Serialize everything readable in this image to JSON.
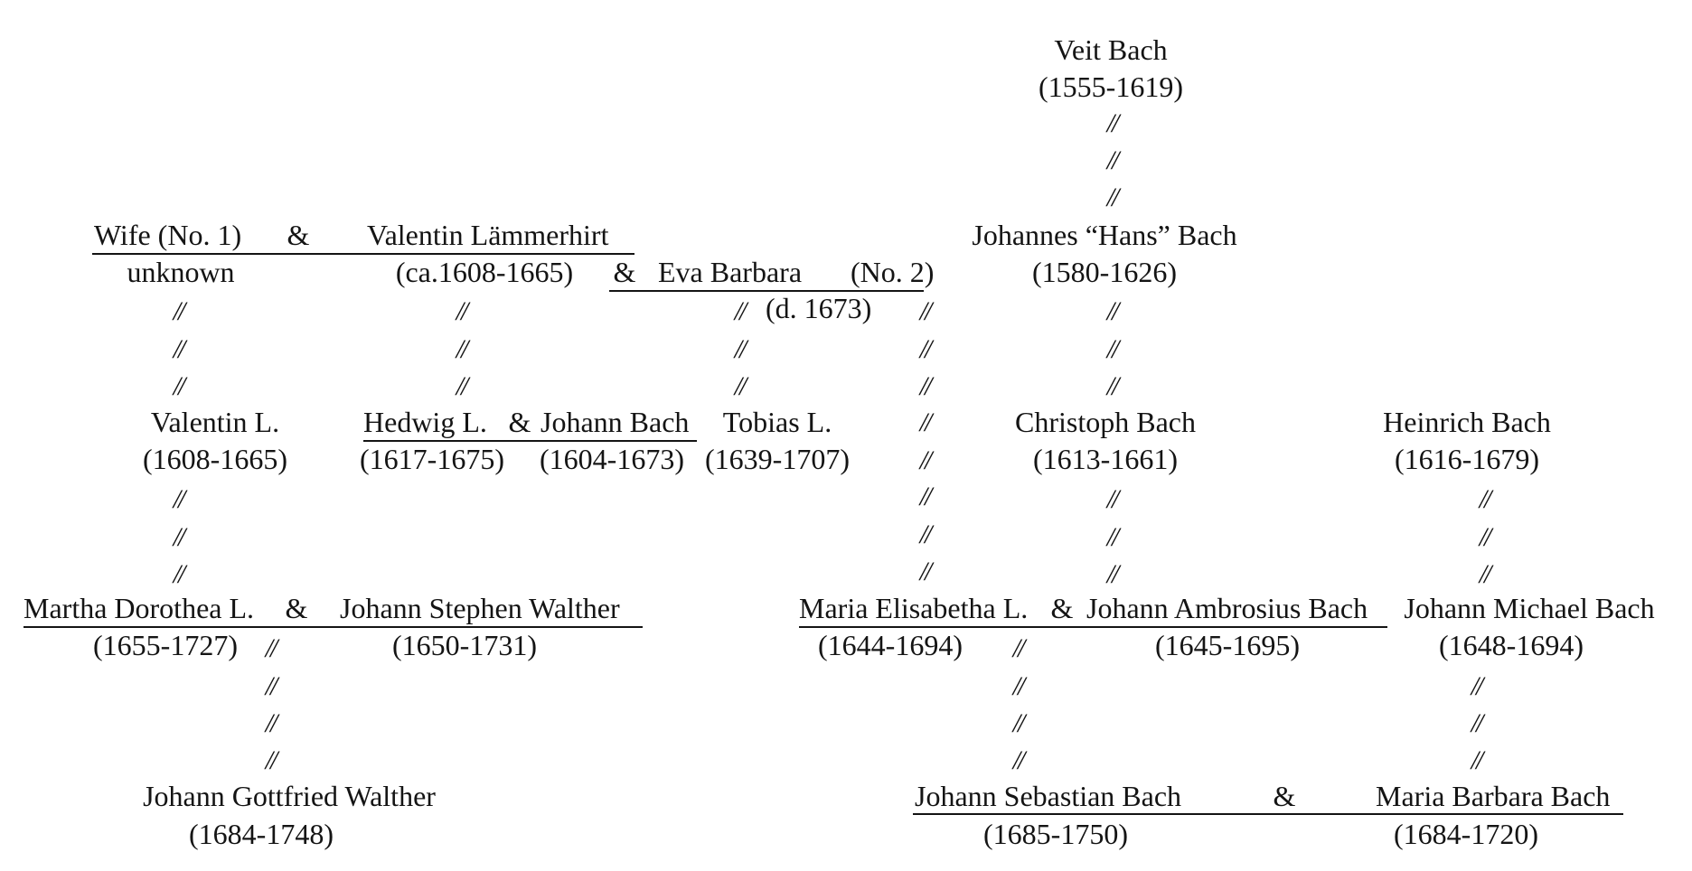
{
  "tree": {
    "link_symbol": "//",
    "people": {
      "veit": {
        "name": "Veit Bach",
        "dates": "(1555-1619)"
      },
      "hans": {
        "name": "Johannes “Hans” Bach",
        "dates": "(1580-1626)"
      },
      "wife1": {
        "name": "Wife (No. 1)",
        "dates": "unknown"
      },
      "valentin_lammerhirt": {
        "name": "Valentin Lämmerhirt",
        "dates": "(ca.1608-1665)"
      },
      "eva_barbara": {
        "name": "Eva Barbara",
        "label": "(No. 2)",
        "dates": "(d. 1673)"
      },
      "valentin_l": {
        "name": "Valentin L.",
        "dates": "(1608-1665)"
      },
      "hedwig": {
        "name": "Hedwig L.",
        "dates": "(1617-1675)"
      },
      "johann_bach": {
        "name": "Johann Bach",
        "dates": "(1604-1673)"
      },
      "tobias": {
        "name": "Tobias L.",
        "dates": "(1639-1707)"
      },
      "christoph": {
        "name": "Christoph Bach",
        "dates": "(1613-1661)"
      },
      "heinrich": {
        "name": "Heinrich Bach",
        "dates": "(1616-1679)"
      },
      "martha": {
        "name": "Martha Dorothea L.",
        "dates": "(1655-1727)"
      },
      "stephen": {
        "name": "Johann Stephen Walther",
        "dates": "(1650-1731)"
      },
      "maria_elisabetha": {
        "name": "Maria Elisabetha L.",
        "dates": "(1644-1694)"
      },
      "ambrosius": {
        "name": "Johann Ambrosius Bach",
        "dates": "(1645-1695)"
      },
      "michael": {
        "name": "Johann Michael Bach",
        "dates": "(1648-1694)"
      },
      "gottfried": {
        "name": "Johann Gottfried Walther",
        "dates": "(1684-1748)"
      },
      "sebastian": {
        "name": "Johann Sebastian Bach",
        "dates": "(1685-1750)"
      },
      "maria_barbara": {
        "name": "Maria Barbara Bach",
        "dates": "(1684-1720)"
      }
    },
    "marriage_symbol": "&"
  }
}
